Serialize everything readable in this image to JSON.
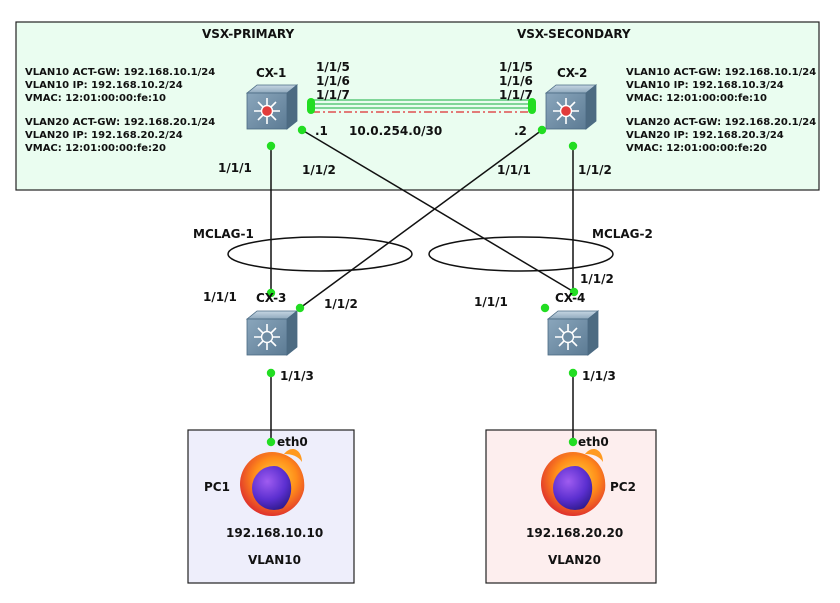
{
  "domains": {
    "primary": "VSX-PRIMARY",
    "secondary": "VSX-SECONDARY"
  },
  "switches": {
    "cx1": "CX-1",
    "cx2": "CX-2",
    "cx3": "CX-3",
    "cx4": "CX-4"
  },
  "cx1_info": {
    "vlan10_gw": "VLAN10 ACT-GW: 192.168.10.1/24",
    "vlan10_ip": "VLAN10 IP: 192.168.10.2/24",
    "vmac10": "VMAC:  12:01:00:00:fe:10",
    "vlan20_gw": "VLAN20 ACT-GW: 192.168.20.1/24",
    "vlan20_ip": "VLAN20 IP: 192.168.20.2/24",
    "vmac20": "VMAC:  12:01:00:00:fe:20"
  },
  "cx2_info": {
    "vlan10_gw": "VLAN10 ACT-GW: 192.168.10.1/24",
    "vlan10_ip": "VLAN10 IP: 192.168.10.3/24",
    "vmac10": "VMAC:  12:01:00:00:fe:10",
    "vlan20_gw": "VLAN20 ACT-GW: 192.168.20.1/24",
    "vlan20_ip": "VLAN20 IP: 192.168.20.3/24",
    "vmac20": "VMAC:  12:01:00:00:fe:20"
  },
  "isl": {
    "ports": [
      "1/1/5",
      "1/1/6",
      "1/1/7"
    ],
    "subnet": "10.0.254.0/30",
    "cx1_addr": ".1",
    "cx2_addr": ".2"
  },
  "ports": {
    "cx1_down1": "1/1/1",
    "cx1_down2": "1/1/2",
    "cx2_down1": "1/1/1",
    "cx2_down2": "1/1/2",
    "cx3_up1": "1/1/1",
    "cx3_up2": "1/1/2",
    "cx3_down": "1/1/3",
    "cx4_up1": "1/1/1",
    "cx4_up2": "1/1/2",
    "cx4_down": "1/1/3"
  },
  "mclag": {
    "one": "MCLAG-1",
    "two": "MCLAG-2"
  },
  "hosts": {
    "pc1": {
      "name": "PC1",
      "iface": "eth0",
      "ip": "192.168.10.10",
      "vlan": "VLAN10"
    },
    "pc2": {
      "name": "PC2",
      "iface": "eth0",
      "ip": "192.168.20.20",
      "vlan": "VLAN20"
    }
  },
  "colors": {
    "vsx_zone": "#eafdf0",
    "pc1_box": "#eeeefb",
    "pc2_box": "#fdeeee",
    "link_dot": "#22dd22",
    "isl_green": "#5cc97a",
    "isl_red": "#e05050",
    "switch_body": "#6e8ca3"
  }
}
